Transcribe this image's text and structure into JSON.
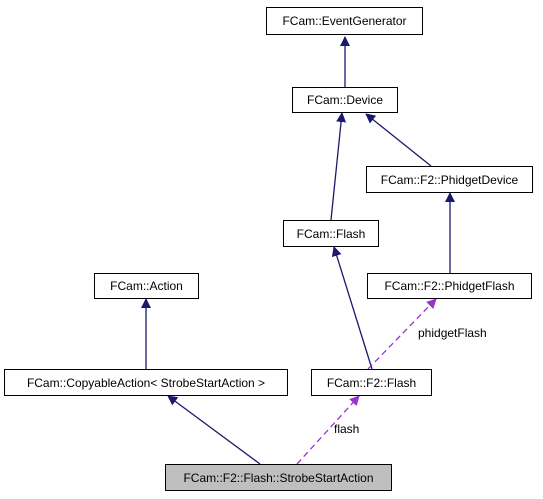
{
  "colors": {
    "inheritance": "#191970",
    "usage": "#9a32cd",
    "current_fill": "#bfbfbf"
  },
  "nodes": {
    "event_generator": "FCam::EventGenerator",
    "device": "FCam::Device",
    "phidget_device": "FCam::F2::PhidgetDevice",
    "flash": "FCam::Flash",
    "phidget_flash": "FCam::F2::PhidgetFlash",
    "action": "FCam::Action",
    "copyable_action": "FCam::CopyableAction< StrobeStartAction >",
    "f2_flash": "FCam::F2::Flash",
    "strobe_start_action": "FCam::F2::Flash::StrobeStartAction"
  },
  "edges": [
    {
      "from": "device",
      "to": "event_generator",
      "kind": "inheritance"
    },
    {
      "from": "flash",
      "to": "device",
      "kind": "inheritance"
    },
    {
      "from": "phidget_device",
      "to": "device",
      "kind": "inheritance"
    },
    {
      "from": "phidget_flash",
      "to": "phidget_device",
      "kind": "inheritance"
    },
    {
      "from": "f2_flash",
      "to": "flash",
      "kind": "inheritance"
    },
    {
      "from": "copyable_action",
      "to": "action",
      "kind": "inheritance"
    },
    {
      "from": "strobe_start_action",
      "to": "copyable_action",
      "kind": "inheritance"
    },
    {
      "from": "f2_flash",
      "to": "phidget_flash",
      "kind": "usage",
      "label": "phidgetFlash"
    },
    {
      "from": "strobe_start_action",
      "to": "f2_flash",
      "kind": "usage",
      "label": "flash"
    }
  ]
}
